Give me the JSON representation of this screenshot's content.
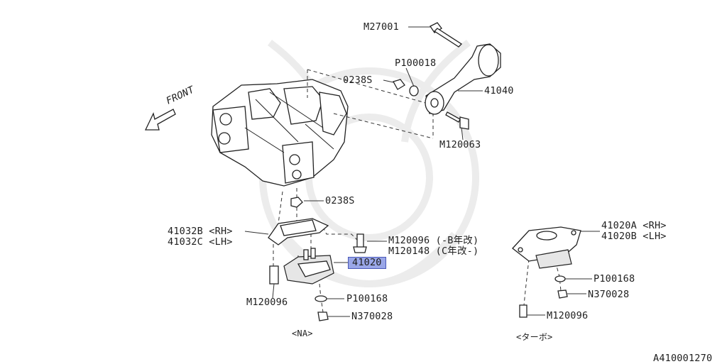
{
  "labels": {
    "m27001": "M27001",
    "p100018": "P100018",
    "s0238_top": "0238S",
    "p41040": "41040",
    "m120063": "M120063",
    "front": "FRONT",
    "s0238_mid": "0238S",
    "p41032b": "41032B <RH>",
    "p41032c": "41032C <LH>",
    "m120096_a": "M120096 (-B年改)",
    "m120148": "M120148 (C年改-)",
    "p41020": "41020",
    "m120096_left": "M120096",
    "p100168_na": "P100168",
    "n370028_na": "N370028",
    "na": "<NA>",
    "p41020a": "41020A <RH>",
    "p41020b": "41020B <LH>",
    "p100168_turbo": "P100168",
    "n370028_turbo": "N370028",
    "m120096_turbo": "M120096",
    "turbo": "<ターボ>",
    "diagram_code": "A410001270"
  },
  "colors": {
    "highlight": "#9aa7e8",
    "line": "#333333",
    "watermark": "#ececec"
  }
}
